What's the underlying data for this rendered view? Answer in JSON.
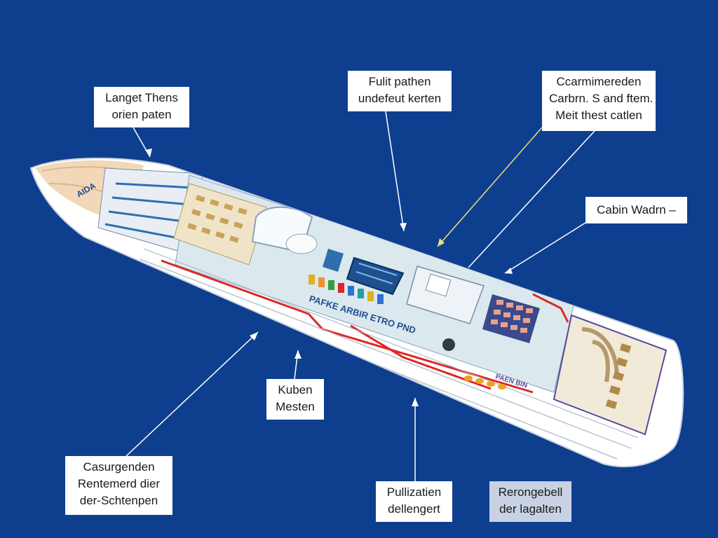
{
  "colors": {
    "background": "#0e3f8f",
    "hull": "#ffffff",
    "deck": "#dbe8ee",
    "trim_red": "#e02626",
    "trim_purple": "#5a4a9c",
    "bow": "#f2d8b8",
    "highlight_line": "#e8e07a"
  },
  "callouts": [
    {
      "lines": [
        "Langet Thens",
        "orien paten"
      ]
    },
    {
      "lines": [
        "Fulit pathen",
        "undefeut kerten"
      ]
    },
    {
      "lines": [
        "Ccarmimereden",
        "Carbrn. S and ftem.",
        "Meit thest catlen"
      ]
    },
    {
      "lines": [
        "Cabin Wadrn –"
      ]
    },
    {
      "lines": [
        "Kuben",
        "Mesten"
      ]
    },
    {
      "lines": [
        "Casurgenden",
        "Rentemerd dier",
        "der-Schtenpen"
      ]
    },
    {
      "lines": [
        "Pullizatien",
        "dellengert"
      ]
    },
    {
      "lines": [
        "Rerongebell",
        "der lagalten"
      ]
    }
  ],
  "ship": {
    "deck_text": "PAFKE ARBIR ETRO PND",
    "stern_text": "PAEN BIN",
    "bow_logo": "AIDA"
  }
}
